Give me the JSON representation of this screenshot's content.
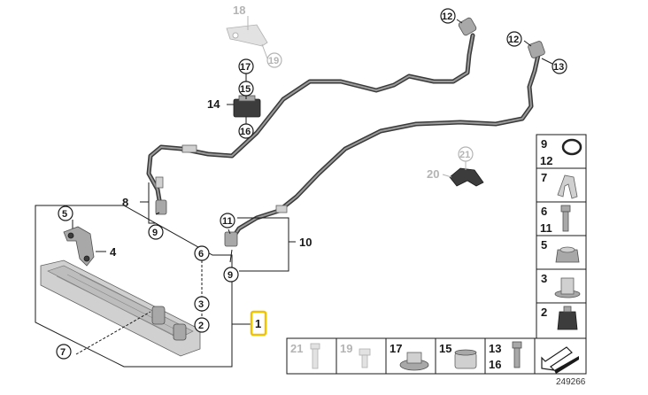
{
  "diagram": {
    "id_label": "249266",
    "callouts": {
      "c1": "1",
      "c2": "2",
      "c3": "3",
      "c4": "4",
      "c5": "5",
      "c6": "6",
      "c7": "7",
      "c8": "8",
      "c9a": "9",
      "c9b": "9",
      "c10": "10",
      "c11": "11",
      "c12a": "12",
      "c12b": "12",
      "c13": "13",
      "c14": "14",
      "c15": "15",
      "c16": "16",
      "c17": "17",
      "c18": "18",
      "c19": "19",
      "c20": "20",
      "c21": "21"
    },
    "legend_right": [
      {
        "top": "9",
        "bottom": "12"
      },
      {
        "top": "7",
        "bottom": ""
      },
      {
        "top": "6",
        "bottom": "11"
      },
      {
        "top": "5",
        "bottom": ""
      },
      {
        "top": "3",
        "bottom": ""
      },
      {
        "top": "2",
        "bottom": ""
      }
    ],
    "legend_bottom": [
      {
        "top": "21",
        "bottom": "",
        "faded": true
      },
      {
        "top": "19",
        "bottom": "",
        "faded": true
      },
      {
        "top": "17",
        "bottom": "",
        "faded": false
      },
      {
        "top": "15",
        "bottom": "",
        "faded": false
      },
      {
        "top": "13",
        "bottom": "16",
        "faded": false
      }
    ],
    "colors": {
      "highlight": "#f2c200",
      "ink": "#1a1a1a",
      "faded": "#b4b4b4"
    }
  }
}
